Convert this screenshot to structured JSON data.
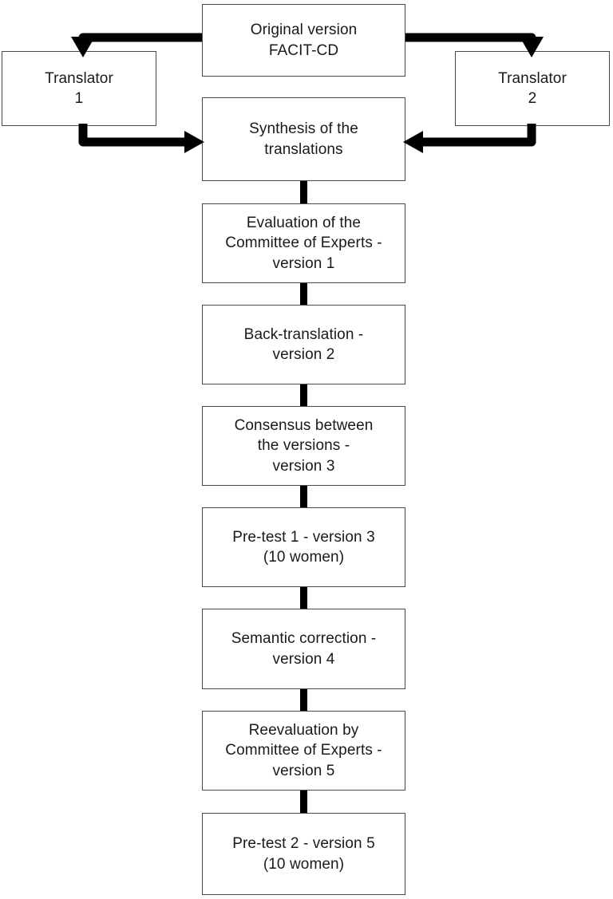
{
  "diagram": {
    "title": "FACIT-CD cross-cultural translation and adaptation flowchart",
    "type": "flowchart",
    "background_color": "#ffffff",
    "box_border_color": "#4a4a4a",
    "connector_color": "#000000",
    "text_color": "#1a1a1a",
    "nodes": [
      {
        "id": "original-version",
        "label": "Original version\nFACIT-CD",
        "lines": [
          "Original version",
          "FACIT-CD"
        ],
        "column": "center",
        "order": 1
      },
      {
        "id": "translator-1",
        "label": "Translator\n1",
        "lines": [
          "Translator",
          "1"
        ],
        "column": "left",
        "order": 2
      },
      {
        "id": "translator-2",
        "label": "Translator\n2",
        "lines": [
          "Translator",
          "2"
        ],
        "column": "right",
        "order": 2
      },
      {
        "id": "synthesis",
        "label": "Synthesis of the\ntranslations",
        "lines": [
          "Synthesis of the",
          "translations"
        ],
        "column": "center",
        "order": 3
      },
      {
        "id": "committee-evaluation",
        "label": "Evaluation of the\nCommittee of Experts -\nversion 1",
        "lines": [
          "Evaluation of the",
          "Committee of Experts -",
          "version 1"
        ],
        "column": "center",
        "order": 4
      },
      {
        "id": "back-translation",
        "label": "Back-translation -\nversion 2",
        "lines": [
          "Back-translation -",
          "version 2"
        ],
        "column": "center",
        "order": 5
      },
      {
        "id": "consensus",
        "label": "Consensus between\nthe versions -\nversion 3",
        "lines": [
          "Consensus between",
          "the versions -",
          "version 3"
        ],
        "column": "center",
        "order": 6
      },
      {
        "id": "pre-test-1",
        "label": "Pre-test 1 - version 3\n(10 women)",
        "lines": [
          "Pre-test 1 - version 3",
          "(10 women)"
        ],
        "column": "center",
        "order": 7
      },
      {
        "id": "semantic-correction",
        "label": "Semantic correction -\nversion 4",
        "lines": [
          "Semantic correction -",
          "version 4"
        ],
        "column": "center",
        "order": 8
      },
      {
        "id": "reevaluation",
        "label": "Reevaluation by\nCommittee of Experts -\nversion 5",
        "lines": [
          "Reevaluation by",
          "Committee of Experts -",
          "version 5"
        ],
        "column": "center",
        "order": 9
      },
      {
        "id": "pre-test-2",
        "label": "Pre-test 2 - version 5\n(10 women)",
        "lines": [
          "Pre-test 2 - version 5",
          "(10 women)"
        ],
        "column": "center",
        "order": 10
      }
    ],
    "edges": [
      {
        "id": "edge-original-to-translator-1",
        "from": "original-version",
        "to": "translator-1",
        "style": "elbow",
        "arrowhead": "down"
      },
      {
        "id": "edge-original-to-translator-2",
        "from": "original-version",
        "to": "translator-2",
        "style": "elbow",
        "arrowhead": "down"
      },
      {
        "id": "edge-translator-1-to-synthesis",
        "from": "translator-1",
        "to": "synthesis",
        "style": "elbow",
        "arrowhead": "right"
      },
      {
        "id": "edge-translator-2-to-synthesis",
        "from": "translator-2",
        "to": "synthesis",
        "style": "elbow",
        "arrowhead": "left"
      },
      {
        "id": "edge-synthesis-to-committee-evaluation",
        "from": "synthesis",
        "to": "committee-evaluation",
        "style": "bar",
        "arrowhead": "none"
      },
      {
        "id": "edge-committee-evaluation-to-back-translation",
        "from": "committee-evaluation",
        "to": "back-translation",
        "style": "bar",
        "arrowhead": "none"
      },
      {
        "id": "edge-back-translation-to-consensus",
        "from": "back-translation",
        "to": "consensus",
        "style": "bar",
        "arrowhead": "none"
      },
      {
        "id": "edge-consensus-to-pre-test-1",
        "from": "consensus",
        "to": "pre-test-1",
        "style": "bar",
        "arrowhead": "none"
      },
      {
        "id": "edge-pre-test-1-to-semantic-correction",
        "from": "pre-test-1",
        "to": "semantic-correction",
        "style": "bar",
        "arrowhead": "none"
      },
      {
        "id": "edge-semantic-correction-to-reevaluation",
        "from": "semantic-correction",
        "to": "reevaluation",
        "style": "bar",
        "arrowhead": "none"
      },
      {
        "id": "edge-reevaluation-to-pre-test-2",
        "from": "reevaluation",
        "to": "pre-test-2",
        "style": "bar",
        "arrowhead": "none"
      }
    ]
  }
}
